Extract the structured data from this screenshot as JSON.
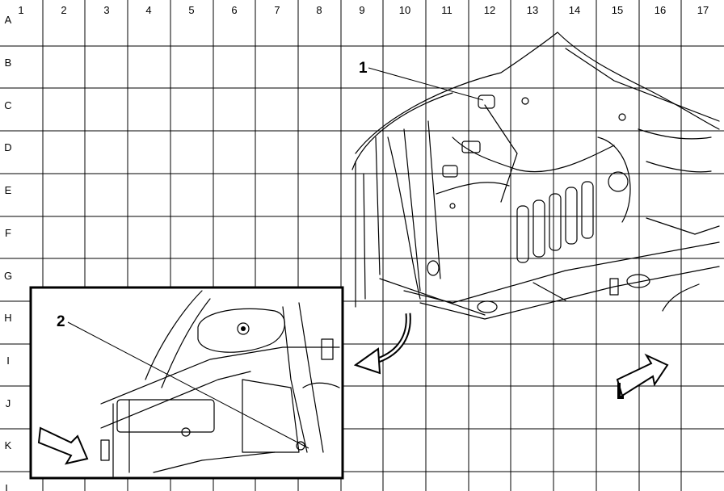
{
  "grid": {
    "columns": [
      "1",
      "2",
      "3",
      "4",
      "5",
      "6",
      "7",
      "8",
      "9",
      "10",
      "11",
      "12",
      "13",
      "14",
      "15",
      "16",
      "17"
    ],
    "rows": [
      "A",
      "B",
      "C",
      "D",
      "E",
      "F",
      "G",
      "H",
      "I",
      "J",
      "K",
      "L"
    ]
  },
  "callouts": [
    {
      "number": "1"
    },
    {
      "number": "2"
    }
  ]
}
